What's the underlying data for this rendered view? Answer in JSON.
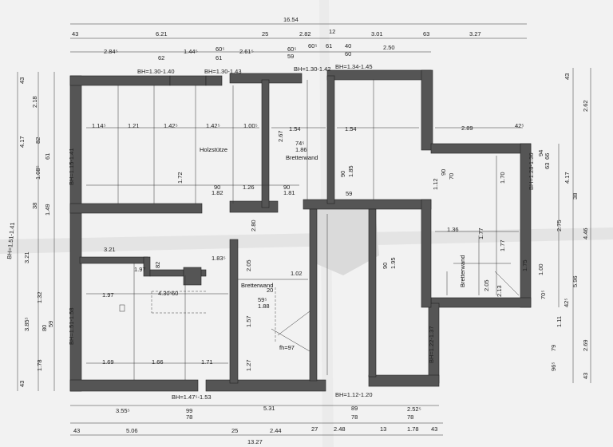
{
  "top_dims": {
    "total": "16.54",
    "row1": [
      "43",
      "6.21",
      "25",
      "2.82",
      "12",
      "3.01",
      "63",
      "3.27"
    ],
    "row2": [
      "2.84⁵",
      "1.44⁵",
      "2.61⁵",
      "60⁵",
      "2.50"
    ],
    "row2b": [
      "60⁵",
      "60⁵",
      "40",
      "61"
    ],
    "row2c": [
      "62",
      "61",
      "59",
      "60"
    ],
    "brh": [
      "BH=1.30-1.40",
      "BH=1.30-1.43",
      "BH=1.30-1.42",
      "BH=1.34-1.45"
    ]
  },
  "bottom_dims": {
    "row1": [
      "3.55⁵",
      "99",
      "5.31",
      "89",
      "2.52⁵"
    ],
    "row1b": [
      "78",
      "78",
      "78"
    ],
    "row2": [
      "43",
      "5.06",
      "25",
      "2.44",
      "27",
      "2.48",
      "13",
      "1.78",
      "43"
    ],
    "total": "13.27",
    "brh": [
      "BH=1.47⁵-1.53",
      "BH=1.12-1.20"
    ]
  },
  "left_dims": [
    "43",
    "2.18",
    "4.17",
    "82",
    "61",
    "1.08⁵",
    "38",
    "1.49",
    "3.21",
    "3.85⁵",
    "1.32",
    "80",
    "59",
    "1.78",
    "43"
  ],
  "left_brh": [
    "BH=1.15-1.41",
    "BH=1.51-1.58",
    "BH=1.51-1.41"
  ],
  "right_dims": [
    "43",
    "2.62",
    "4.17",
    "38",
    "4.46",
    "2.75",
    "5.96",
    "1.11",
    "2.69",
    "43",
    "1.75",
    "1.00",
    "70⁵",
    "42⁵",
    "79",
    "96⁵",
    "66",
    "63",
    "94"
  ],
  "right_brh": [
    "BH=1.28-1.36",
    "BH=1.22-1.37"
  ],
  "room_dims": {
    "upper": [
      "1.14⁵",
      "1.21",
      "1.42⁵",
      "1.42⁵",
      "1.00⁵",
      "1.54",
      "1.54",
      "2.89",
      "42⁵"
    ],
    "upper_v": [
      "1.72",
      "2.67",
      "1.70",
      "1.77"
    ],
    "mid": [
      "90",
      "1.82",
      "1.26",
      "90",
      "1.81",
      "74⁵",
      "1.86",
      "59",
      "90",
      "1.85",
      "1.12",
      "90",
      "70"
    ],
    "lower": [
      "3.21",
      "1.97",
      "4.30⁵",
      "60",
      "1.69",
      "1.66",
      "1.71",
      "1.36"
    ],
    "lower_v": [
      "82",
      "1.83⁵",
      "2.05",
      "1.57",
      "1.27",
      "1.02",
      "59⁵",
      "1.88",
      "90",
      "1.95",
      "2.05",
      "2.13"
    ],
    "misc": [
      "1.97",
      "2.80",
      "20",
      "1.77"
    ]
  },
  "labels": {
    "holzstuetze": "Holzstütze",
    "bretterwand1": "Bretterwand",
    "bretterwand2": "Bretterwand",
    "bretterwand3": "Bretterwand",
    "fh": "fh=97"
  }
}
